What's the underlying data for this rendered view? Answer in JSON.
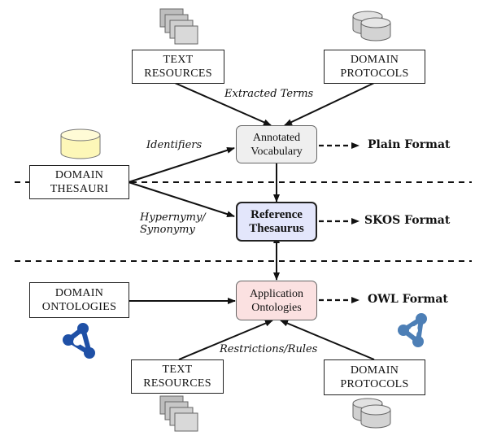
{
  "boxes": {
    "text_resources_top": "TEXT\nRESOURCES",
    "domain_protocols_top": "DOMAIN\nPROTOCOLS",
    "domain_thesauri": "DOMAIN\nTHESAURI",
    "domain_ontologies": "DOMAIN\nONTOLOGIES",
    "text_resources_bottom": "TEXT\nRESOURCES",
    "domain_protocols_bottom": "DOMAIN\nPROTOCOLS"
  },
  "nodes": {
    "annotated_vocabulary": "Annotated\nVocabulary",
    "reference_thesaurus": "Reference\nThesaurus",
    "application_ontologies": "Application\nOntologies"
  },
  "edge_labels": {
    "extracted_terms": "Extracted Terms",
    "identifiers": "Identifiers",
    "hypernymy_synonymy": "Hypernymy/\nSynonymy",
    "restrictions_rules": "Restrictions/Rules"
  },
  "formats": {
    "plain": "Plain Format",
    "skos": "SKOS Format",
    "owl": "OWL Format"
  },
  "colors": {
    "annotated_fill": "#efefef",
    "reference_fill": "#e3e6fb",
    "application_fill": "#fbe1e1",
    "database_yellow": "#fdf7b8",
    "database_gray": "#d0d0d0",
    "network_dark_blue": "#1f50a6",
    "network_steel_blue": "#4d7fb6"
  },
  "icons": {
    "top_documents": "documents-stack-icon",
    "top_database": "database-icon",
    "thesauri_database": "database-icon",
    "ontology_left": "ontology-network-icon",
    "ontology_right": "ontology-network-icon",
    "bottom_documents": "documents-stack-icon",
    "bottom_database": "database-icon"
  }
}
